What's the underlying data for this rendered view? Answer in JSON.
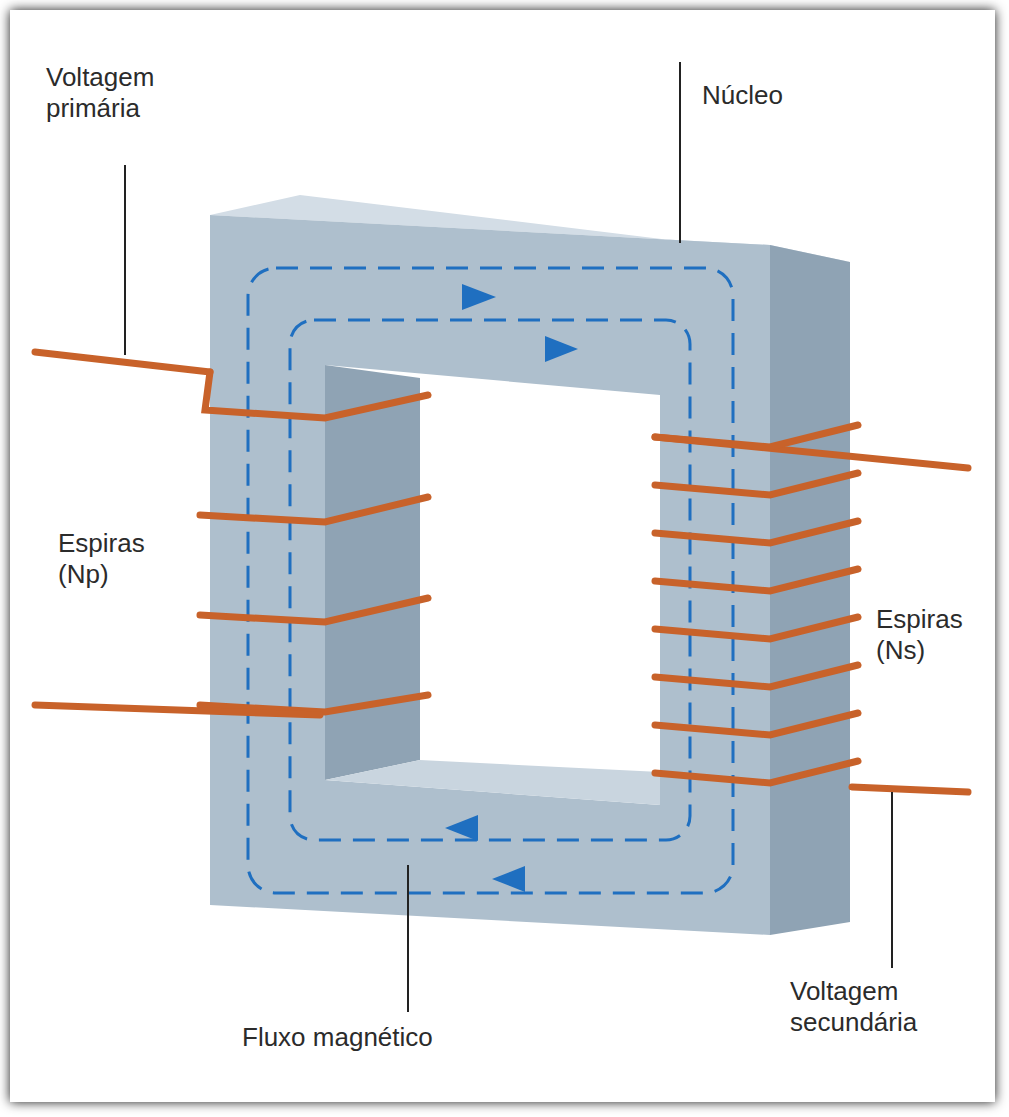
{
  "diagram": {
    "labels": [
      "Voltagem primária",
      "Núcleo",
      "Espiras (Np)",
      "Espiras (Ns)",
      "Voltagem secundária",
      "Fluxo magnético"
    ]
  }
}
